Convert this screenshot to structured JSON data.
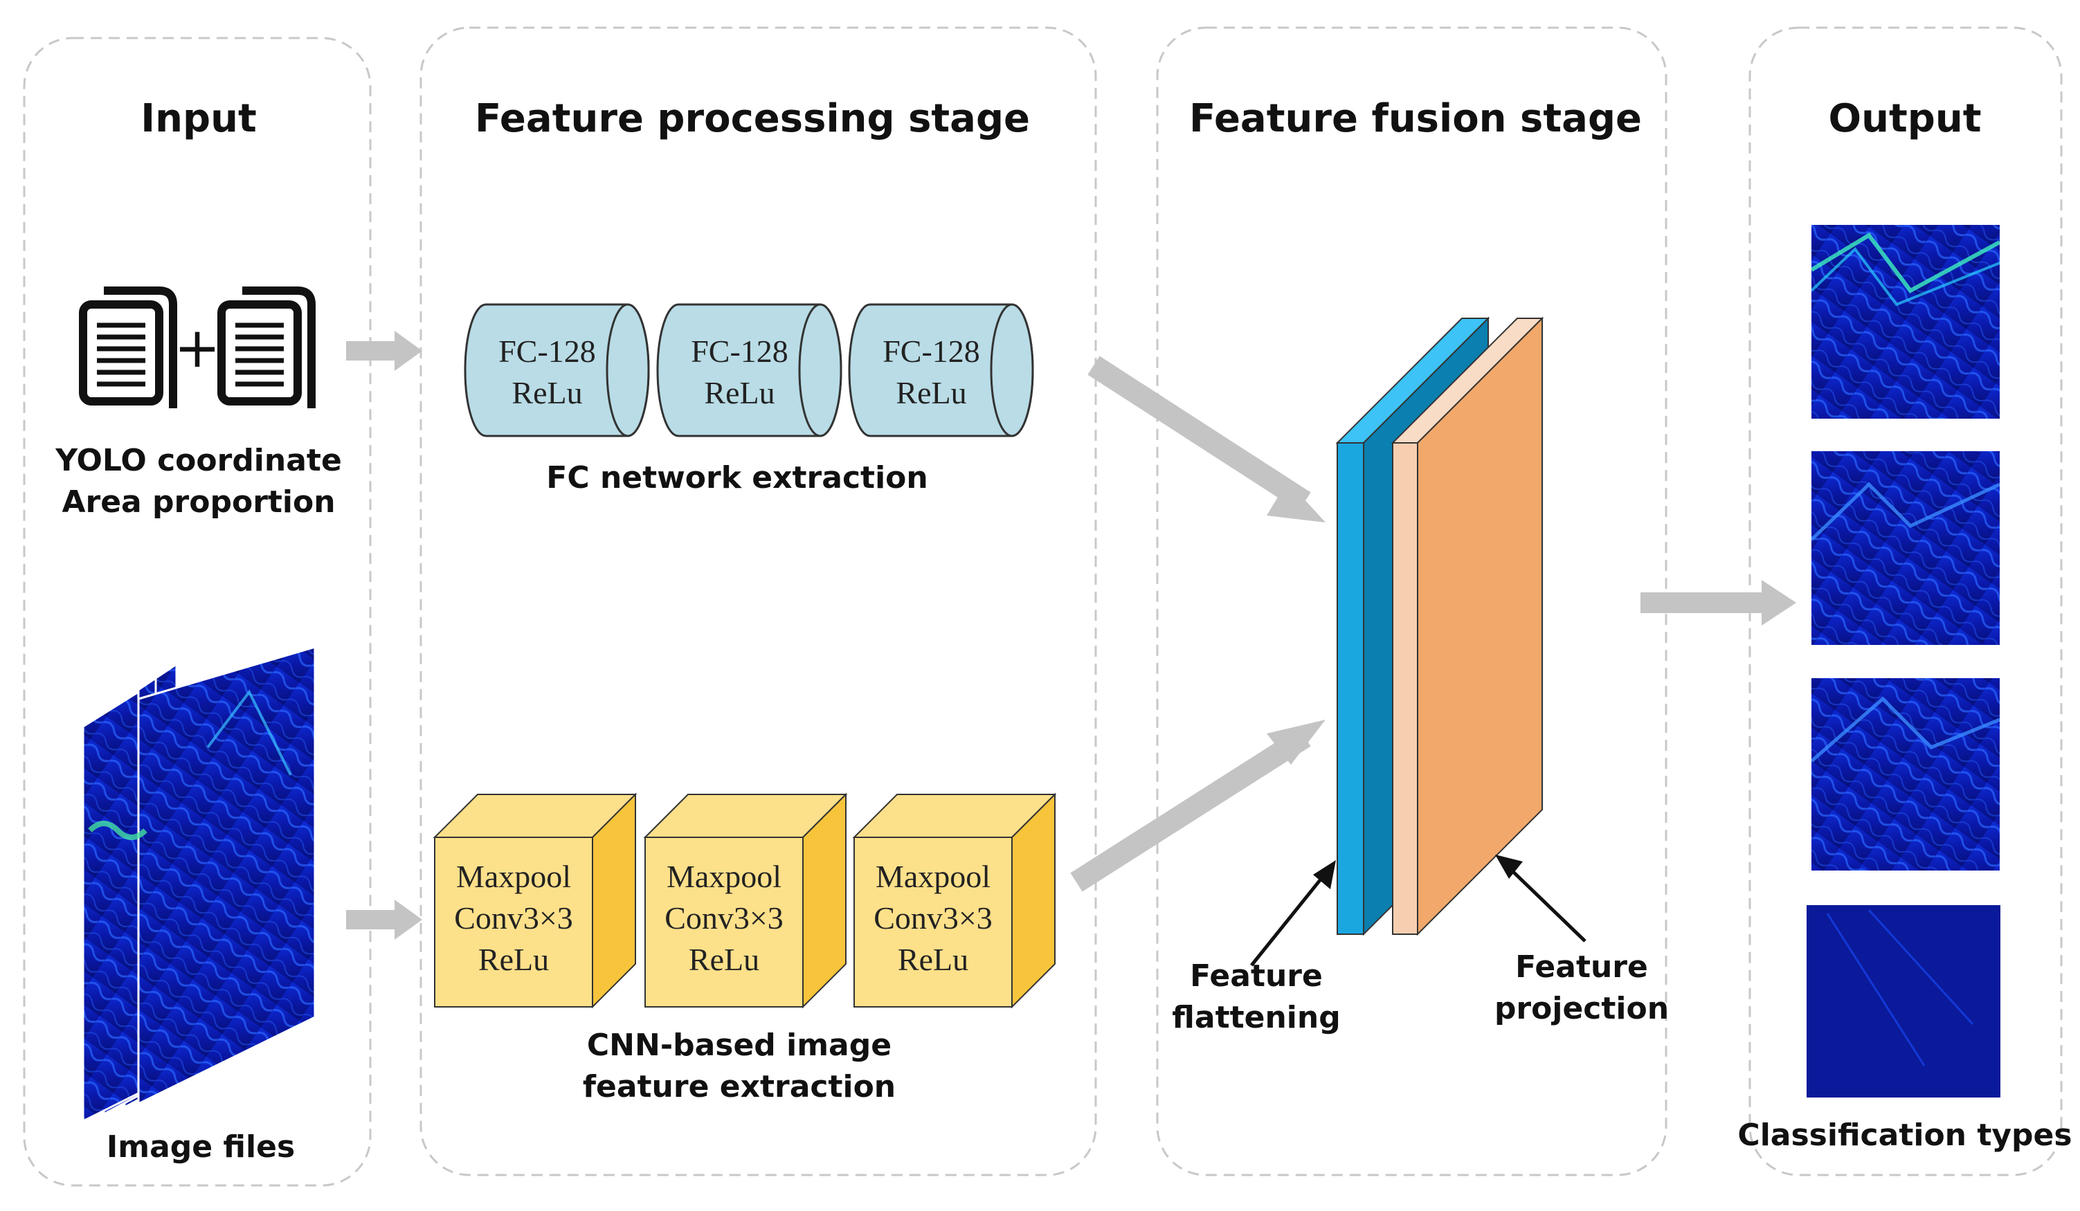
{
  "stages": {
    "input": {
      "title": "Input"
    },
    "processing": {
      "title": "Feature processing stage"
    },
    "fusion": {
      "title": "Feature fusion stage"
    },
    "output": {
      "title": "Output"
    }
  },
  "input": {
    "doc_plus": "+",
    "coord_line1": "YOLO coordinate",
    "coord_line2": "Area proportion",
    "image_files": "Image files"
  },
  "fc_blocks": [
    {
      "line1": "FC-128",
      "line2": "ReLu"
    },
    {
      "line1": "FC-128",
      "line2": "ReLu"
    },
    {
      "line1": "FC-128",
      "line2": "ReLu"
    }
  ],
  "fc_caption": "FC network extraction",
  "cnn_blocks": [
    {
      "line1": "Maxpool",
      "line2": "Conv3×3",
      "line3": "ReLu"
    },
    {
      "line1": "Maxpool",
      "line2": "Conv3×3",
      "line3": "ReLu"
    },
    {
      "line1": "Maxpool",
      "line2": "Conv3×3",
      "line3": "ReLu"
    }
  ],
  "cnn_caption": {
    "line1": "CNN-based image",
    "line2": "feature extraction"
  },
  "fusion": {
    "flatten_line1": "Feature",
    "flatten_line2": "flattening",
    "projection_line1": "Feature",
    "projection_line2": "projection"
  },
  "output": {
    "caption": "Classification types"
  },
  "colors": {
    "fc_fill": "#b9dce6",
    "cnn_front": "#fde08a",
    "cnn_side": "#f7c43c",
    "flatten_front": "#1aa7e0",
    "flatten_side": "#0b7fb0",
    "projection_front": "#f2a86a",
    "projection_side": "#f7cfb0",
    "arrow": "#c4c4c4",
    "spectro_bg": "#0a1aa0"
  }
}
